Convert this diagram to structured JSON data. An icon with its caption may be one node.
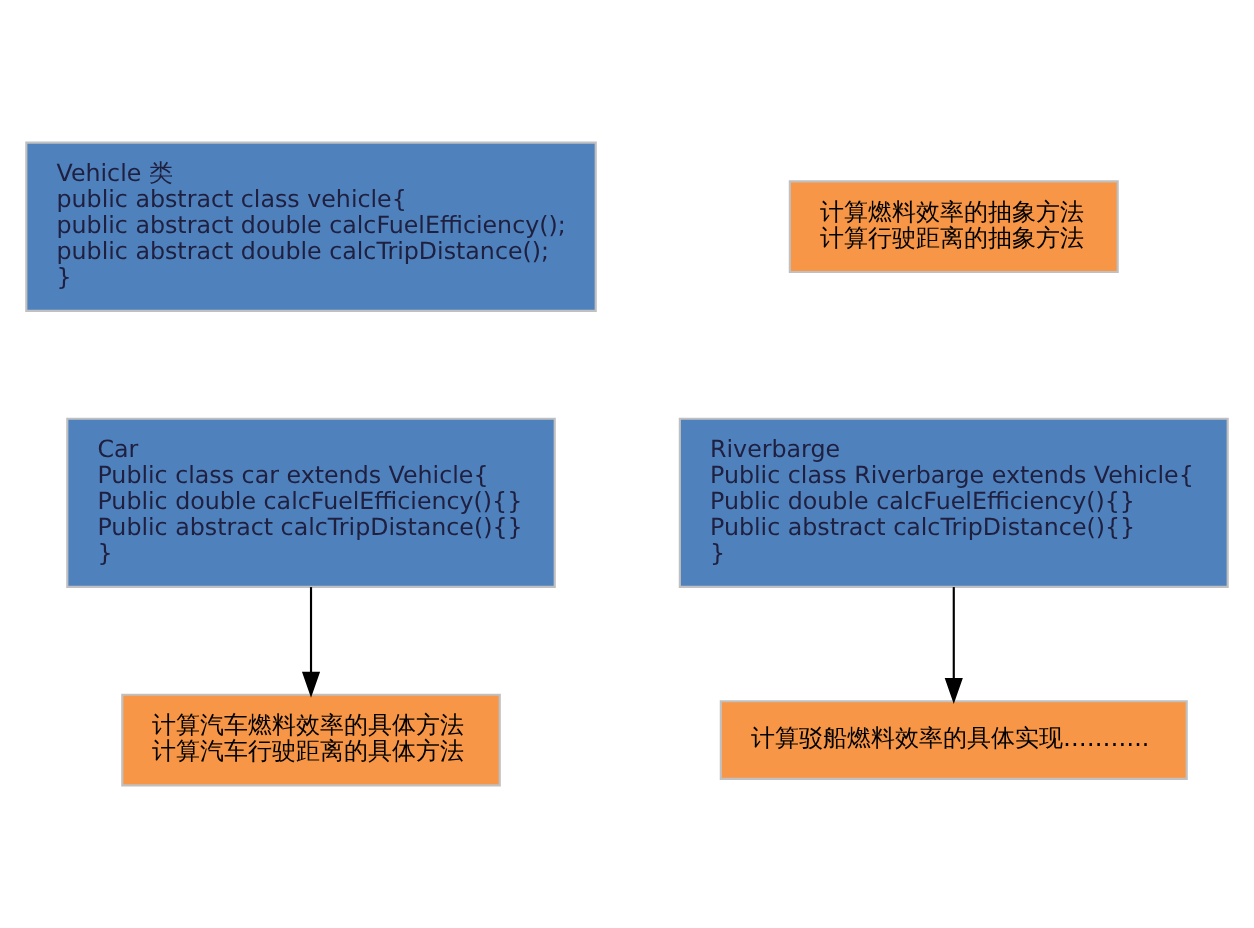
{
  "diagram": {
    "nodes": [
      {
        "text": [
          "Vehicle 类",
          "public abstract class vehicle{",
          "public abstract double calcFuelEfficiency();",
          "public abstract double calcTripDistance();",
          "}"
        ]
      },
      {
        "text": [
          "计算燃料效率的抽象方法",
          "计算行驶距离的抽象方法"
        ]
      },
      {
        "text": [
          "Car",
          "Public class car extends Vehicle{",
          "Public double calcFuelEfficiency(){}",
          "Public abstract calcTripDistance(){}",
          "}"
        ]
      },
      {
        "text": [
          "Riverbarge",
          "Public class Riverbarge extends Vehicle{",
          "Public double calcFuelEfficiency(){}",
          "Public abstract calcTripDistance(){}",
          "}"
        ]
      },
      {
        "text": [
          "计算汽车燃料效率的具体方法",
          "计算汽车行驶距离的具体方法"
        ]
      },
      {
        "text": [
          "计算驳船燃料效率的具体实现……….."
        ]
      }
    ],
    "edges": [
      {
        "from": 2,
        "to": 4,
        "arrow": "to"
      },
      {
        "from": 3,
        "to": 5,
        "arrow": "to"
      }
    ]
  }
}
